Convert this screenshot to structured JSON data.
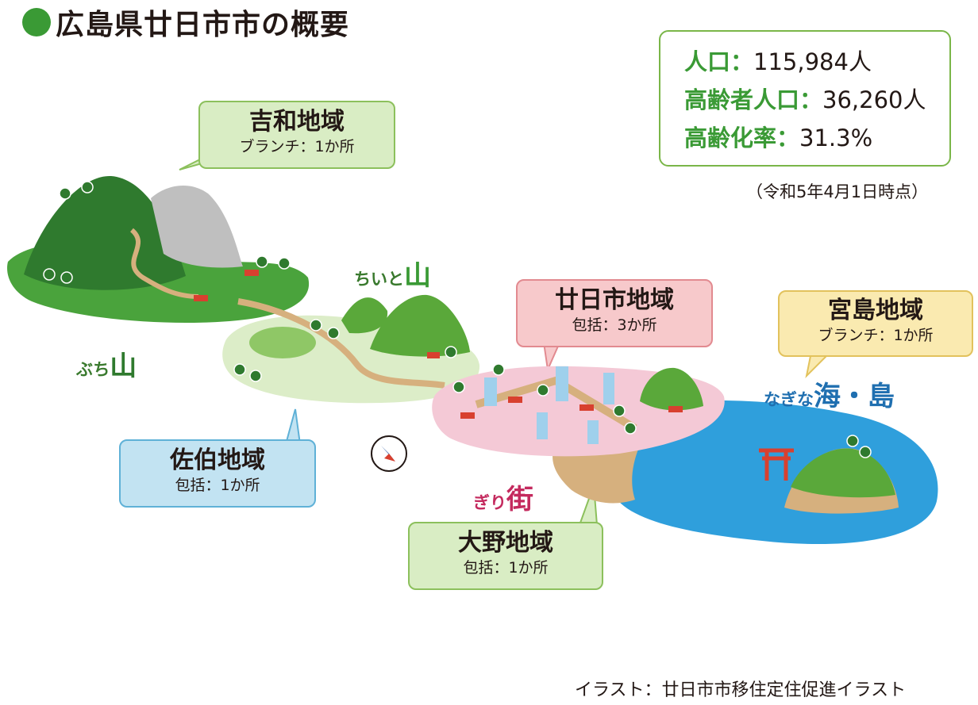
{
  "title": "広島県廿日市市の概要",
  "stats": {
    "population_label": "人口：",
    "population_value": "115,984人",
    "elderly_label": "高齢者人口：",
    "elderly_value": "36,260人",
    "aging_label": "高齢化率：",
    "aging_value": "31.3%"
  },
  "as_of": "（令和5年4月1日時点）",
  "regions": {
    "yoshiwa": {
      "name": "吉和地域",
      "detail": "ブランチ：1か所"
    },
    "hatsukaichi": {
      "name": "廿日市地域",
      "detail": "包括：3か所"
    },
    "miyajima": {
      "name": "宮島地域",
      "detail": "ブランチ：1か所"
    },
    "saeki": {
      "name": "佐伯地域",
      "detail": "包括：1か所"
    },
    "ono": {
      "name": "大野地域",
      "detail": "包括：1か所"
    }
  },
  "map_labels": {
    "buchi_kana": "ぶち",
    "buchi_kanji": "山",
    "chiito_kana": "ちいと",
    "chiito_kanji": "山",
    "giri_kana": "ぎり",
    "giri_kanji": "街",
    "nagina_kana": "なぎな",
    "nagina_kanji": "海・島"
  },
  "credit": "イラスト：廿日市市移住定住促進イラスト",
  "colors": {
    "accent_green": "#3a9a35",
    "mountain_dark": "#2f7a2e",
    "field_light": "#dcedc8",
    "town_pink": "#f4c9d6",
    "sea_blue": "#2f9fdc",
    "beach_tan": "#d6b07e"
  }
}
